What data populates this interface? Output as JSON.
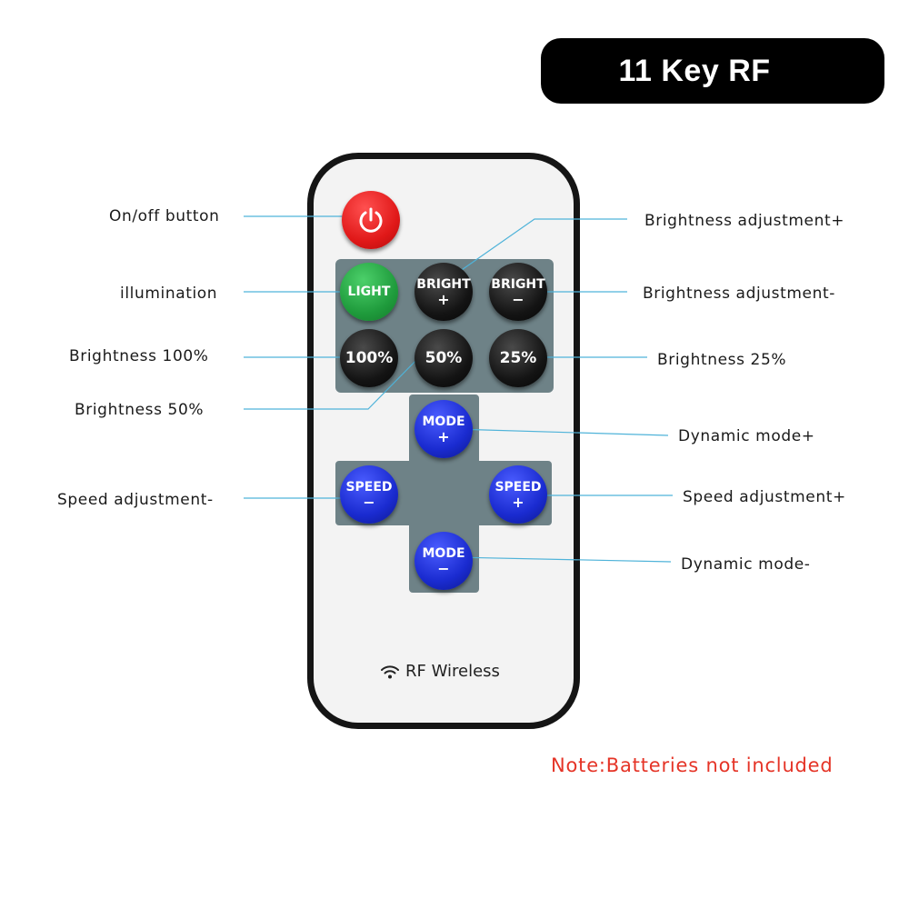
{
  "title": "11 Key RF",
  "remote": {
    "power_button": {
      "icon": "power-icon"
    },
    "buttons": {
      "light": "LIGHT",
      "bright_plus": {
        "main": "BRIGHT",
        "sub": "+"
      },
      "bright_minus": {
        "main": "BRIGHT",
        "sub": "−"
      },
      "p100": "100%",
      "p50": "50%",
      "p25": "25%",
      "mode_plus": {
        "main": "MODE",
        "sub": "+"
      },
      "speed_minus": {
        "main": "SPEED",
        "sub": "−"
      },
      "speed_plus": {
        "main": "SPEED",
        "sub": "+"
      },
      "mode_minus": {
        "main": "MODE",
        "sub": "−"
      }
    },
    "brand_text": "RF Wireless",
    "brand_icon": "wifi-icon"
  },
  "callouts": {
    "on_off": "On/off button",
    "illumination": "illumination",
    "brightness_100": "Brightness 100%",
    "brightness_50": "Brightness 50%",
    "speed_minus": "Speed adjustment-",
    "brightness_plus": "Brightness adjustment+",
    "brightness_minus": "Brightness adjustment-",
    "brightness_25": "Brightness 25%",
    "mode_plus": "Dynamic mode+",
    "speed_plus": "Speed adjustment+",
    "mode_minus": "Dynamic mode-"
  },
  "note": "Note:Batteries not included",
  "colors": {
    "line": "#4fb3d9",
    "note": "#e53427",
    "power": "#e01818",
    "light": "#1f9b3c",
    "blue_keys": "#1a2bd0"
  }
}
